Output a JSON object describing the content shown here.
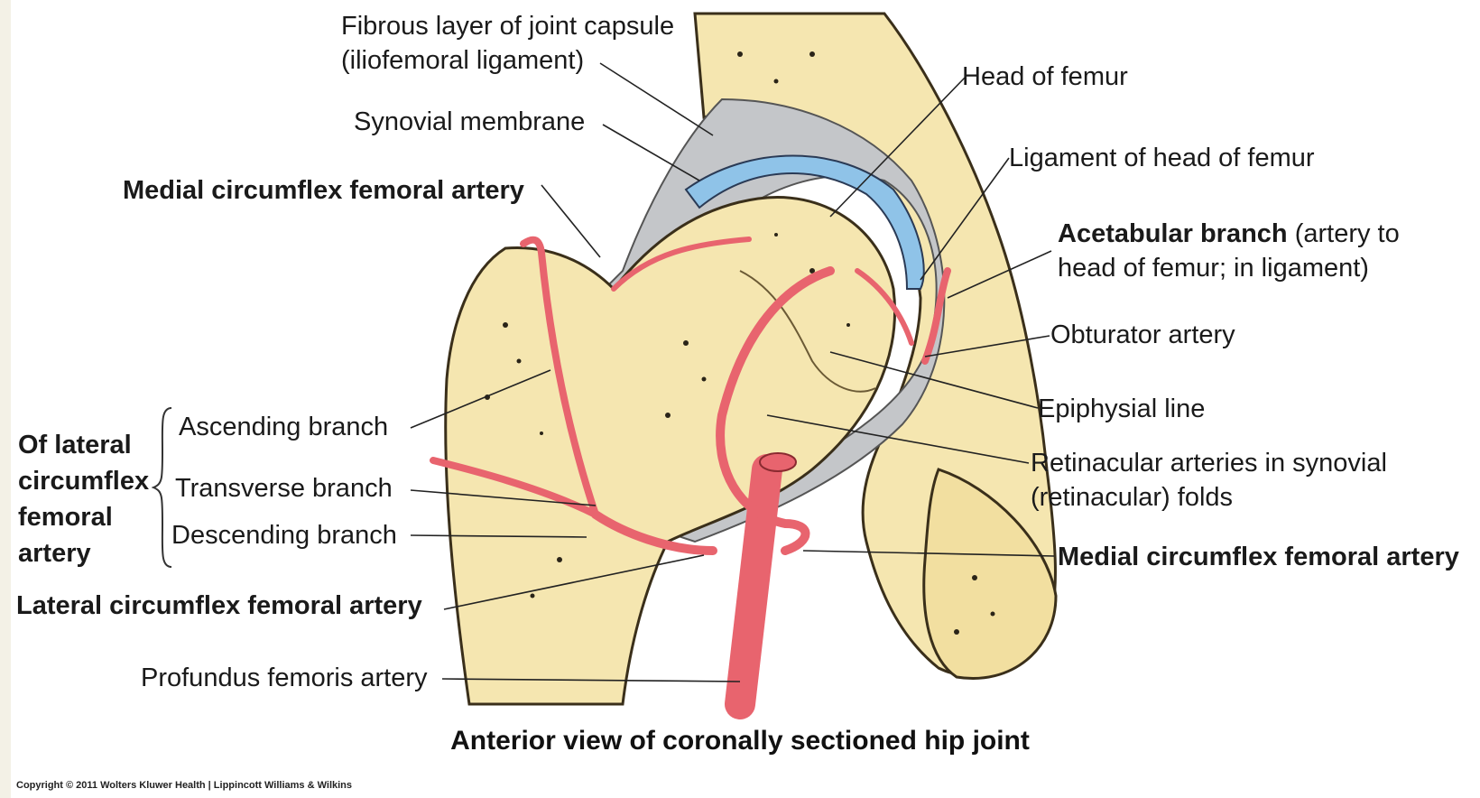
{
  "labels": {
    "fibrous_layer": [
      "Fibrous layer of joint capsule",
      "(iliofemoral ligament)"
    ],
    "synovial_membrane": "Synovial membrane",
    "medial_circumflex_top": "Medial circumflex femoral artery",
    "head_of_femur": "Head of femur",
    "ligament_of_head": "Ligament of head of femur",
    "acetabular_branch_bold": "Acetabular branch",
    "acetabular_branch_rest": "(artery to",
    "acetabular_branch_line2": "head of femur; in ligament)",
    "obturator_artery": "Obturator artery",
    "epiphysial_line": "Epiphysial line",
    "retinacular": [
      "Retinacular arteries in synovial",
      "(retinacular) folds"
    ],
    "medial_circumflex_right": "Medial circumflex femoral artery",
    "of_lateral": [
      "Of lateral",
      "circumflex",
      "femoral",
      "artery"
    ],
    "ascending_branch": "Ascending branch",
    "transverse_branch": "Transverse branch",
    "descending_branch": "Descending branch",
    "lateral_circumflex": "Lateral circumflex femoral artery",
    "profundus": "Profundus femoris artery"
  },
  "caption": "Anterior view of coronally sectioned hip joint",
  "copyright": "Copyright © 2011 Wolters Kluwer Health | Lippincott Williams & Wilkins",
  "colors": {
    "bone": "#f5e6b0",
    "bone_outline": "#3a2f1a",
    "artery": "#e8646e",
    "cartilage": "#8fc3e8",
    "capsule": "#b9bcc0",
    "background": "#f3f1e6"
  }
}
